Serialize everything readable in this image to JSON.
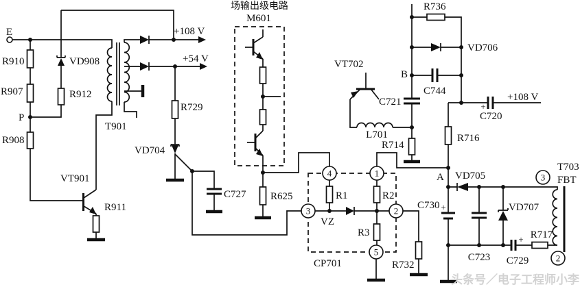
{
  "colors": {
    "line": "#111111",
    "background": "#ffffff",
    "watermark": "#d2d2d2"
  },
  "blocks": {
    "m601_title": "场输出级电路",
    "m601": "M601",
    "cp701": "CP701",
    "t703": "T703",
    "fbt": "FBT"
  },
  "nodes": {
    "e": "E",
    "p": "P",
    "b": "B",
    "a": "A",
    "vz": "VZ"
  },
  "voltages": {
    "v108_top": "+108 V",
    "v54_top": "+54 V",
    "v108_right": "+108 V"
  },
  "labels": {
    "r910": "R910",
    "r907": "R907",
    "r908": "R908",
    "r911": "R911",
    "r912": "R912",
    "vd908": "VD908",
    "vt901": "VT901",
    "t901": "T901",
    "r729": "R729",
    "vd704": "VD704",
    "c727": "C727",
    "r625": "R625",
    "vt702": "VT702",
    "c721": "C721",
    "l701": "L701",
    "r714": "R714",
    "r736": "R736",
    "vd706": "VD706",
    "c744": "C744",
    "c720": "C720",
    "r716": "R716",
    "vd705": "VD705",
    "c730": "C730",
    "c723": "C723",
    "vd707": "VD707",
    "c729": "C729",
    "r717": "R717",
    "r732": "R732",
    "r1": "R1",
    "r2": "R2",
    "r3": "R3",
    "plus": "+"
  },
  "pins": {
    "p1": "1",
    "p2": "2",
    "p3": "3",
    "p4": "4",
    "p5": "5",
    "fbt3": "3",
    "fbt2": "2"
  },
  "watermark": "头条号／电子工程师小李"
}
